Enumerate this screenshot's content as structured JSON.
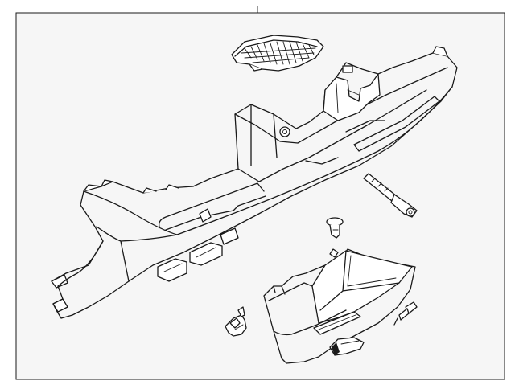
{
  "diagram": {
    "background": "#f6f6f6",
    "line_color": "#1a1a1a",
    "parts": [
      "dashboard-panel",
      "vent-grille",
      "glove-box",
      "damper-strut",
      "push-clip",
      "hinge-bracket",
      "latch-striker",
      "pin-rivet"
    ]
  }
}
